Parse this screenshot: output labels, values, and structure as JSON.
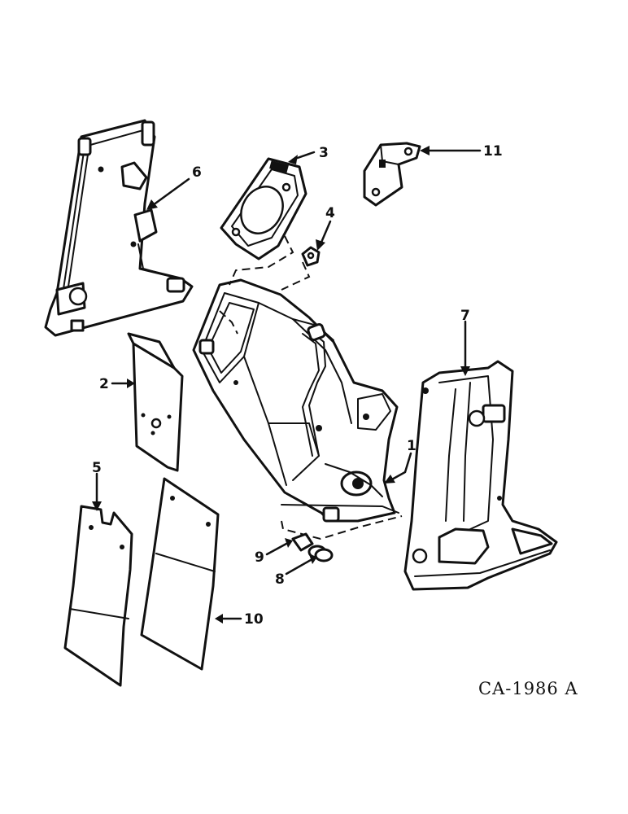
{
  "diagram": {
    "callouts": {
      "p1": "1",
      "p2": "2",
      "p3": "3",
      "p4": "4",
      "p5": "5",
      "p6": "6",
      "p7": "7",
      "p8": "8",
      "p9": "9",
      "p10": "10",
      "p11": "11"
    },
    "drawing_code": "CA-1986 A"
  }
}
